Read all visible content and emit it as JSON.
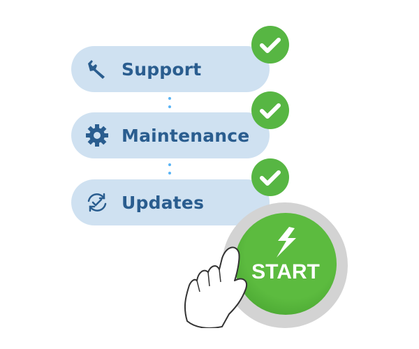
{
  "steps": [
    {
      "label": "Support",
      "icon": "wrench-icon",
      "status": "done"
    },
    {
      "label": "Maintenance",
      "icon": "gear-icon",
      "status": "done"
    },
    {
      "label": "Updates",
      "icon": "refresh-check-icon",
      "status": "done"
    }
  ],
  "start_button": {
    "label": "START",
    "icon": "lightning-icon"
  },
  "colors": {
    "pill": "#cfe1f1",
    "text": "#2a5d8f",
    "check": "#57b643",
    "dots": "#5ab4f5",
    "start": "#57b643",
    "ring": "#d3d3d3"
  }
}
